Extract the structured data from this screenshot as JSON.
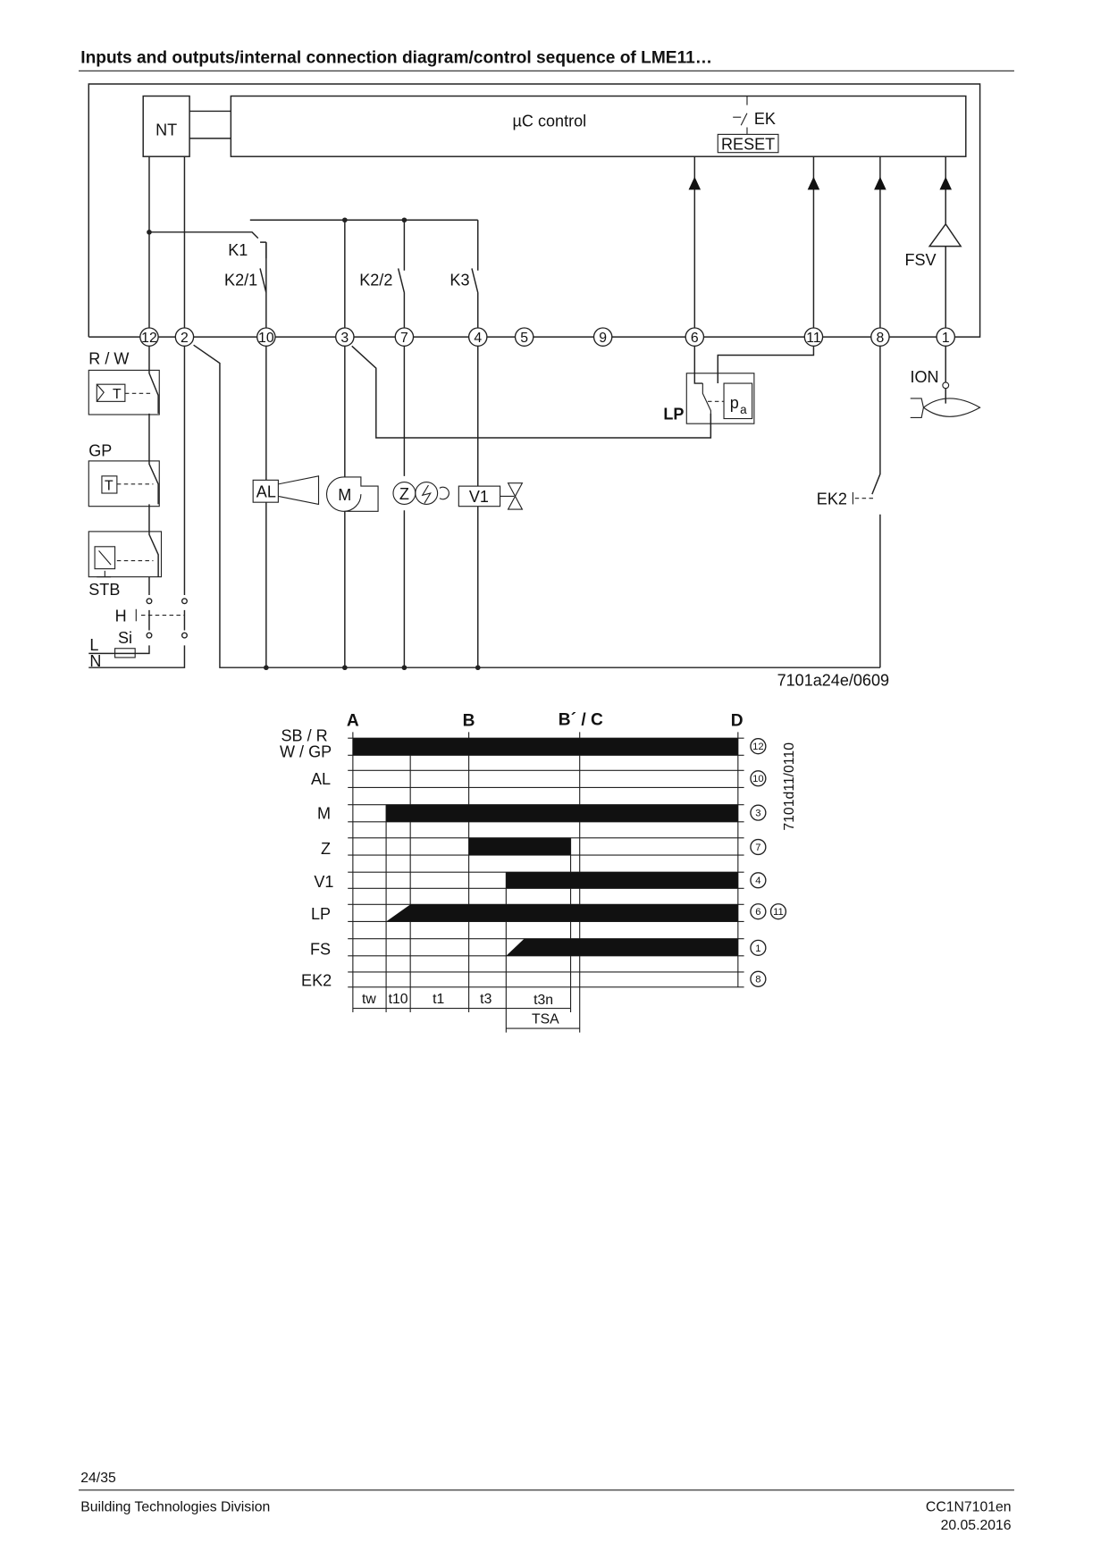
{
  "header": {
    "title": "Inputs and outputs/internal connection diagram/control sequence of LME11…"
  },
  "schematic": {
    "nt": "NT",
    "uc_control": "µC control",
    "ek": "EK",
    "reset": "RESET",
    "k1": "K1",
    "k2_1": "K2/1",
    "k2_2": "K2/2",
    "k3": "K3",
    "fsv": "FSV",
    "terminals": [
      "12",
      "2",
      "10",
      "3",
      "7",
      "4",
      "5",
      "9",
      "6",
      "11",
      "8",
      "1"
    ],
    "rw": "R / W",
    "gp": "GP",
    "stb": "STB",
    "t": "T",
    "h": "H",
    "si": "Si",
    "l": "L",
    "n": "N",
    "al": "AL",
    "m": "M",
    "z": "Z",
    "v1": "V1",
    "lp": "LP",
    "pa": "p",
    "pa_sub": "a",
    "ion": "ION",
    "ek2": "EK2",
    "code": "7101a24e/0609"
  },
  "sequence": {
    "points": [
      "A",
      "B",
      "B´ / C",
      "D"
    ],
    "rows": [
      {
        "label1": "SB / R",
        "label2": "W / GP",
        "terminal": "12"
      },
      {
        "label1": "AL",
        "terminal": "10"
      },
      {
        "label1": "M",
        "terminal": "3"
      },
      {
        "label1": "Z",
        "terminal": "7"
      },
      {
        "label1": "V1",
        "terminal": "4"
      },
      {
        "label1": "LP",
        "terminal": "6",
        "terminal2": "11"
      },
      {
        "label1": "FS",
        "terminal": "1"
      },
      {
        "label1": "EK2",
        "terminal": "8"
      }
    ],
    "times": [
      "tw",
      "t10",
      "t1",
      "t3",
      "t3n",
      "TSA"
    ],
    "code": "7101d11/0110"
  },
  "footer": {
    "page": "24/35",
    "division": "Building Technologies Division",
    "doc_id": "CC1N7101en",
    "date": "20.05.2016"
  }
}
